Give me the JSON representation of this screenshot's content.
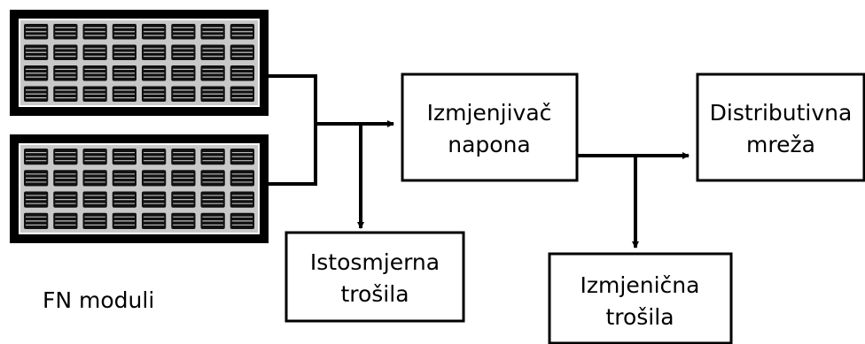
{
  "panels_caption": "FN moduli",
  "blocks": {
    "inverter": [
      "Izmjenjivač",
      "napona"
    ],
    "grid": [
      "Distributivna",
      "mreža"
    ],
    "dc_loads": [
      "Istosmjerna",
      "trošila"
    ],
    "ac_loads": [
      "Izmjenična",
      "trošila"
    ]
  }
}
